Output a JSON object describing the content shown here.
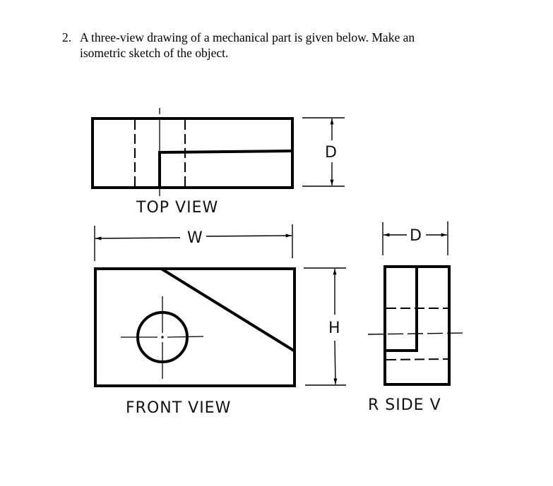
{
  "problem": {
    "number": "2.",
    "line1": "A three-view drawing of a mechanical part is given below.  Make an",
    "line2": "isometric sketch of the object."
  },
  "views": {
    "top": {
      "label": "TOP VIEW"
    },
    "front": {
      "label": "FRONT VIEW"
    },
    "side": {
      "label": "R SIDE V"
    }
  },
  "dimensions": {
    "width": "W",
    "height": "H",
    "depth_top": "D",
    "depth_side": "D"
  }
}
